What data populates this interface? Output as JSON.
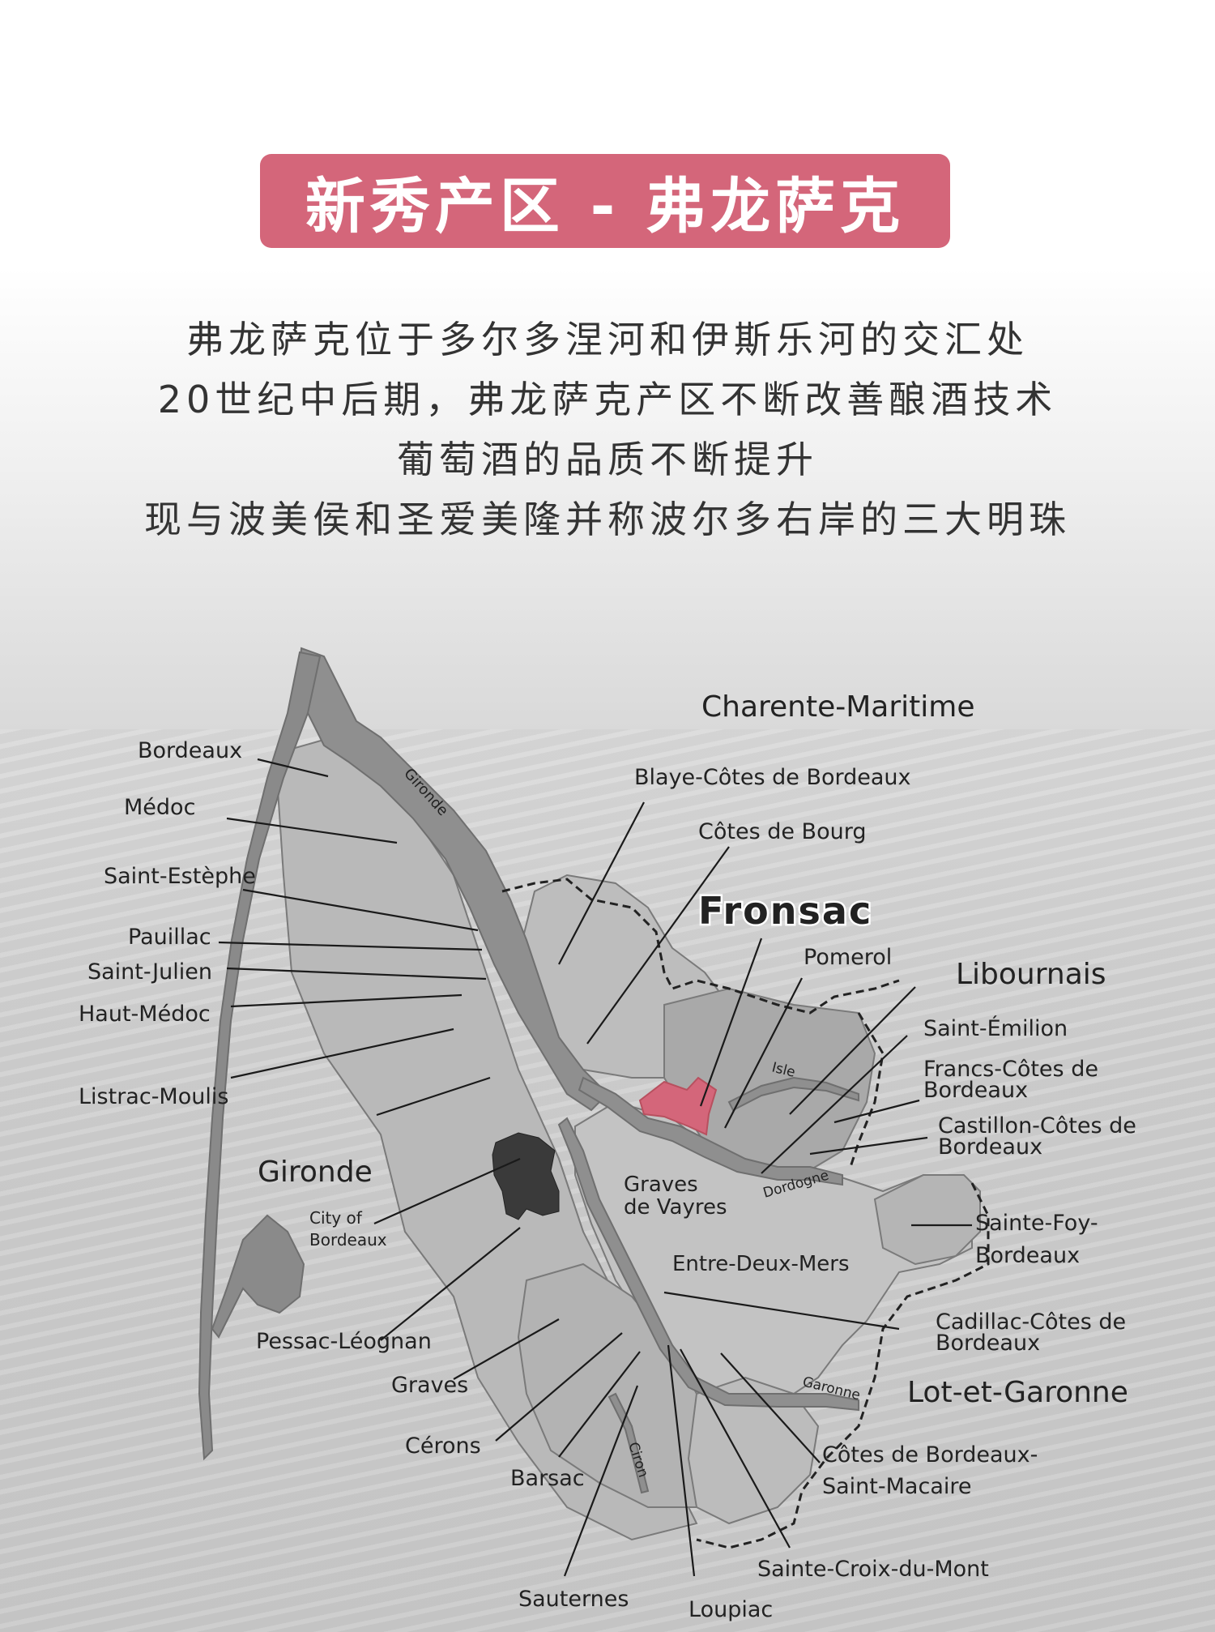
{
  "title": "新秀产区 - 弗龙萨克",
  "intro_lines": [
    "弗龙萨克位于多尔多涅河和伊斯乐河的交汇处",
    "20世纪中后期，弗龙萨克产区不断改善酿酒技术",
    "葡萄酒的品质不断提升",
    "现与波美侯和圣爱美隆并称波尔多右岸的三大明珠"
  ],
  "map": {
    "highlight": "Fronsac",
    "highlight_color": "#d4667a",
    "regions": {
      "charente": "Charente-Maritime",
      "libournais": "Libournais",
      "gironde": "Gironde",
      "lot_et_garonne": "Lot-et-Garonne"
    },
    "rivers": {
      "gironde": "Gironde",
      "isle": "Isle",
      "dordogne": "Dordogne",
      "garonne": "Garonne",
      "ciron": "Ciron"
    },
    "inline_labels": {
      "city_of_bordeaux": [
        "City of",
        "Bordeaux"
      ],
      "graves_de_vayres": [
        "Graves",
        "de Vayres"
      ],
      "entre_deux_mers": "Entre-Deux-Mers"
    },
    "appellations": {
      "bordeaux": "Bordeaux",
      "medoc": "Médoc",
      "saint_estephe": "Saint-Estèphe",
      "pauillac": "Pauillac",
      "saint_julien": "Saint-Julien",
      "haut_medoc": "Haut-Médoc",
      "listrac": "Listrac-Moulis",
      "pessac": "Pessac-Léognan",
      "graves": "Graves",
      "cerons": "Cérons",
      "barsac": "Barsac",
      "sauternes": "Sauternes",
      "loupiac": "Loupiac",
      "sainte_croix": "Sainte-Croix-du-Mont",
      "cotes_sm": [
        "Côtes de Bordeaux-",
        "Saint-Macaire"
      ],
      "cadillac": [
        "Cadillac-Côtes de",
        "Bordeaux"
      ],
      "sainte_foy": [
        "Sainte-Foy-",
        "Bordeaux"
      ],
      "castillon": [
        "Castillon-Côtes de",
        "Bordeaux"
      ],
      "francs": [
        "Francs-Côtes de",
        "Bordeaux"
      ],
      "saint_emilion": "Saint-Émilion",
      "pomerol": "Pomerol",
      "cotes_de_bourg": "Côtes de Bourg",
      "blaye": "Blaye-Côtes de Bordeaux"
    }
  }
}
